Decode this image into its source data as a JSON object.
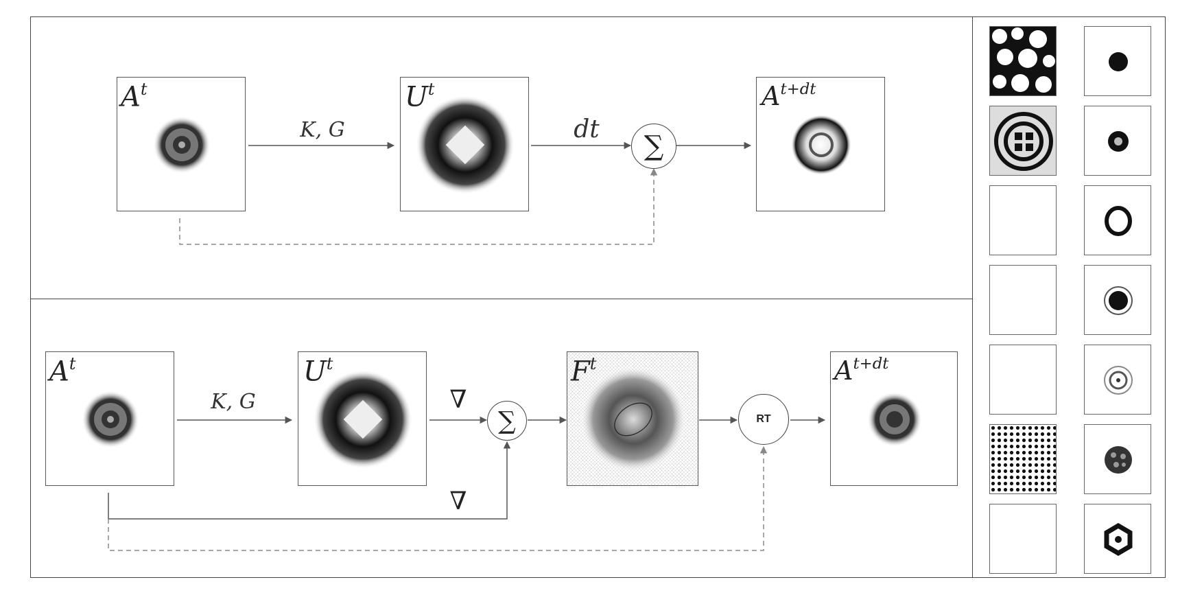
{
  "top_panel": {
    "input_label": {
      "base": "A",
      "sup": "t"
    },
    "potential_label": {
      "base": "U",
      "sup": "t"
    },
    "output_label": {
      "base": "A",
      "sup": "t+dt"
    },
    "op_kernel": "K, G",
    "op_dt": "dt",
    "sum_symbol": "∑"
  },
  "bottom_panel": {
    "input_label": {
      "base": "A",
      "sup": "t"
    },
    "potential_label": {
      "base": "U",
      "sup": "t"
    },
    "flow_label": {
      "base": "F",
      "sup": "t"
    },
    "output_label": {
      "base": "A",
      "sup": "t+dt"
    },
    "op_kernel": "K, G",
    "grad_upper": "∇",
    "grad_lower": "∇",
    "sum_symbol": "∑",
    "rt_label": "RT"
  },
  "colors": {
    "line": "#555555",
    "dashed": "#888888",
    "frame": "#444444"
  }
}
